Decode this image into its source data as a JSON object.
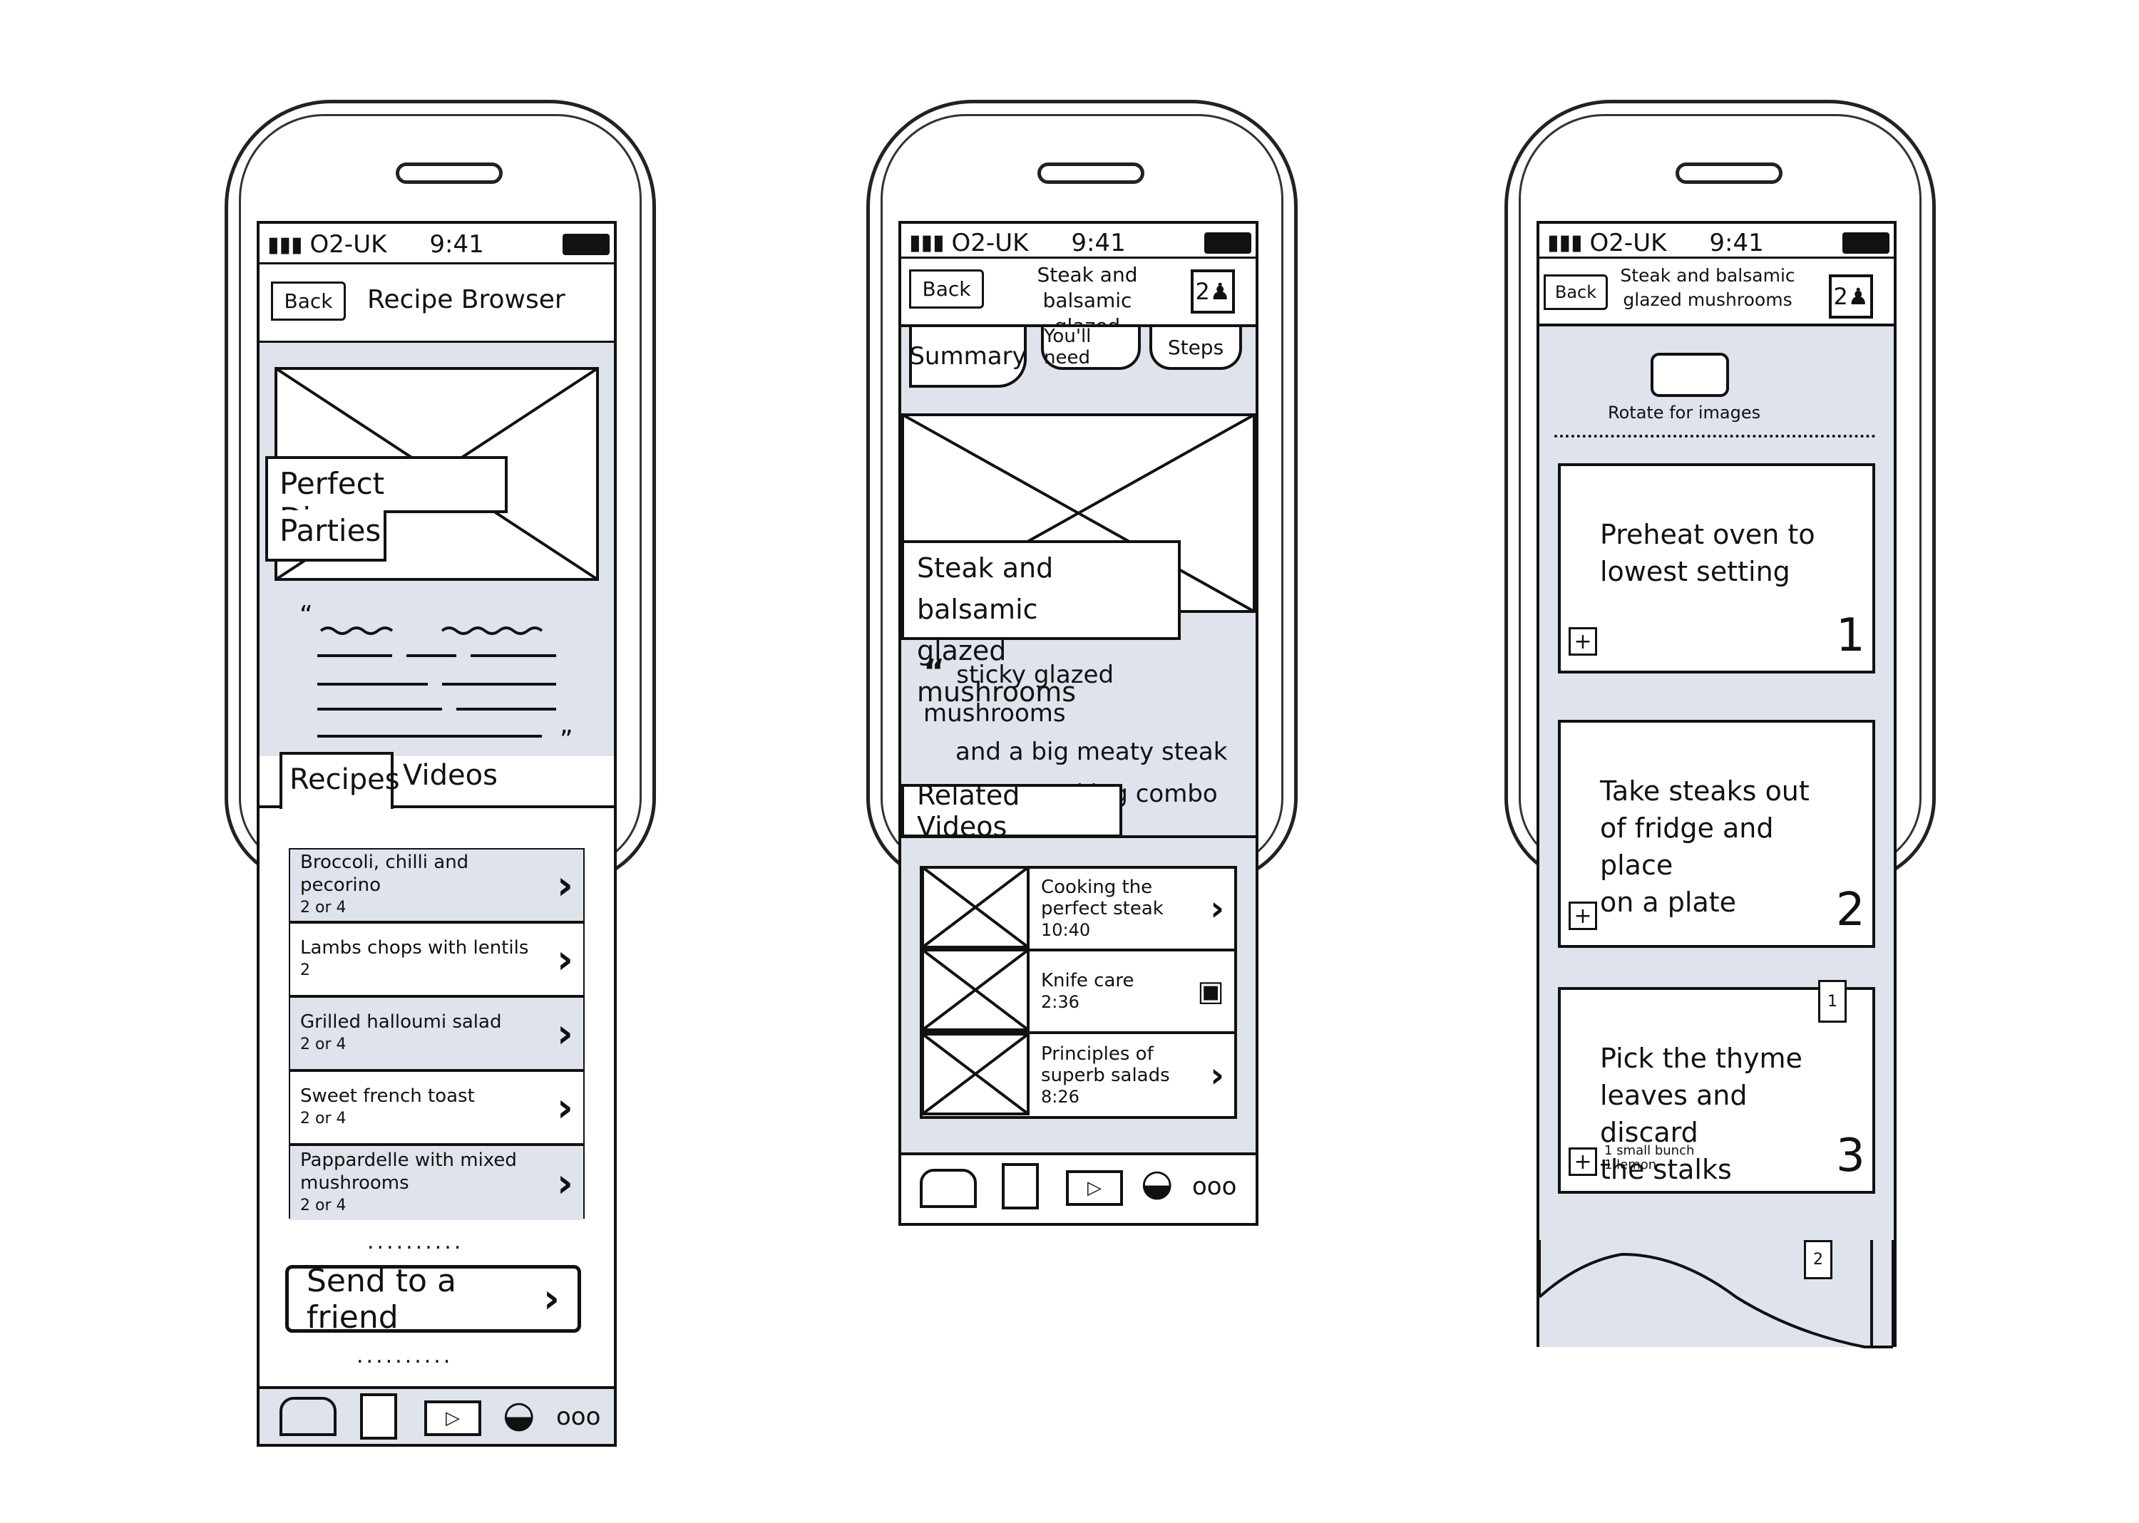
{
  "status": {
    "carrier": "O2-UK",
    "time": "9:41"
  },
  "screen1": {
    "back_label": "Back",
    "title": "Recipe Browser",
    "hero_title_line1": "Perfect Dinner",
    "hero_title_line2": "Parties",
    "tabs": [
      "Recipes",
      "Videos"
    ],
    "recipes": [
      {
        "name": "Broccoli, chilli and pecorino",
        "serves": "2 or 4"
      },
      {
        "name": "Lambs chops with lentils",
        "serves": "2"
      },
      {
        "name": "Grilled halloumi salad",
        "serves": "2 or 4"
      },
      {
        "name": "Sweet french toast",
        "serves": "2 or 4"
      },
      {
        "name": "Pappardelle with mixed mushrooms",
        "serves": "2 or 4"
      }
    ],
    "send_button": "Send to a friend",
    "dots": "..........",
    "more": "ooo"
  },
  "screen2": {
    "back_label": "Back",
    "title_line1": "Steak and balsamic",
    "title_line2": "glazed mushrooms",
    "badge": "2",
    "tabs": [
      "Summary",
      "You'll need",
      "Steps"
    ],
    "hero_title_line1": "Steak and balsamic",
    "hero_title_line2": "glazed mushrooms",
    "quote_line1": "sticky glazed mushrooms",
    "quote_line2": "and a big meaty steak",
    "quote_line3": "are a cracking combo",
    "related_title": "Related Videos",
    "videos": [
      {
        "title_line1": "Cooking the",
        "title_line2": "perfect steak",
        "duration": "10:40",
        "icon": "chevron-right-icon"
      },
      {
        "title_line1": "Knife care",
        "title_line2": "",
        "duration": "2:36",
        "icon": "lock-icon"
      },
      {
        "title_line1": "Principles of",
        "title_line2": "superb salads",
        "duration": "8:26",
        "icon": "chevron-right-icon"
      }
    ],
    "more": "ooo"
  },
  "screen3": {
    "back_label": "Back",
    "title_line1": "Steak and balsamic",
    "title_line2": "glazed mushrooms",
    "badge": "2",
    "rotate_label": "Rotate for images",
    "steps": [
      {
        "line1": "Preheat oven to",
        "line2": "lowest setting",
        "line3": "",
        "number": "1"
      },
      {
        "line1": "Take steaks out",
        "line2": "of fridge and place",
        "line3": "on a plate",
        "number": "2"
      },
      {
        "line1": "Pick the thyme",
        "line2": "leaves and discard",
        "line3": "the stalks",
        "number": "3",
        "ingredient1": "1 small bunch",
        "ingredient2": "1 lemon",
        "bookmark": "1"
      }
    ],
    "bookmark2": "2"
  }
}
